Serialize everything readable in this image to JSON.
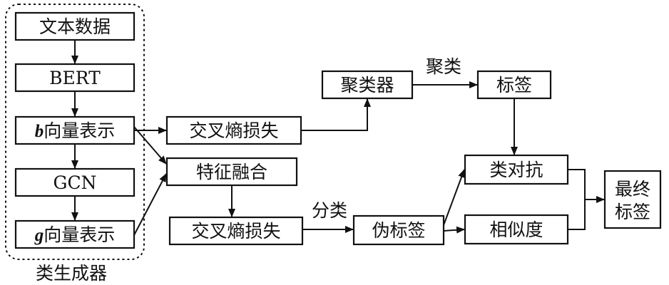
{
  "group": {
    "label": "类生成器"
  },
  "nodes": {
    "text_data": "文本数据",
    "bert": "BERT",
    "b_vec": {
      "var": "b",
      "rest": "向量表示"
    },
    "gcn": "GCN",
    "g_vec": {
      "var": "g",
      "rest": "向量表示"
    },
    "cross_entropy_1": "交叉熵损失",
    "feature_fusion": "特征融合",
    "cross_entropy_2": "交叉熵损失",
    "clusterer": "聚类器",
    "tag": "标签",
    "class_adversarial": "类对抗",
    "similarity": "相似度",
    "pseudo_tag": "伪标签",
    "final_tag_line1": "最终",
    "final_tag_line2": "标签"
  },
  "edge_labels": {
    "clustering": "聚类",
    "classification": "分类"
  }
}
